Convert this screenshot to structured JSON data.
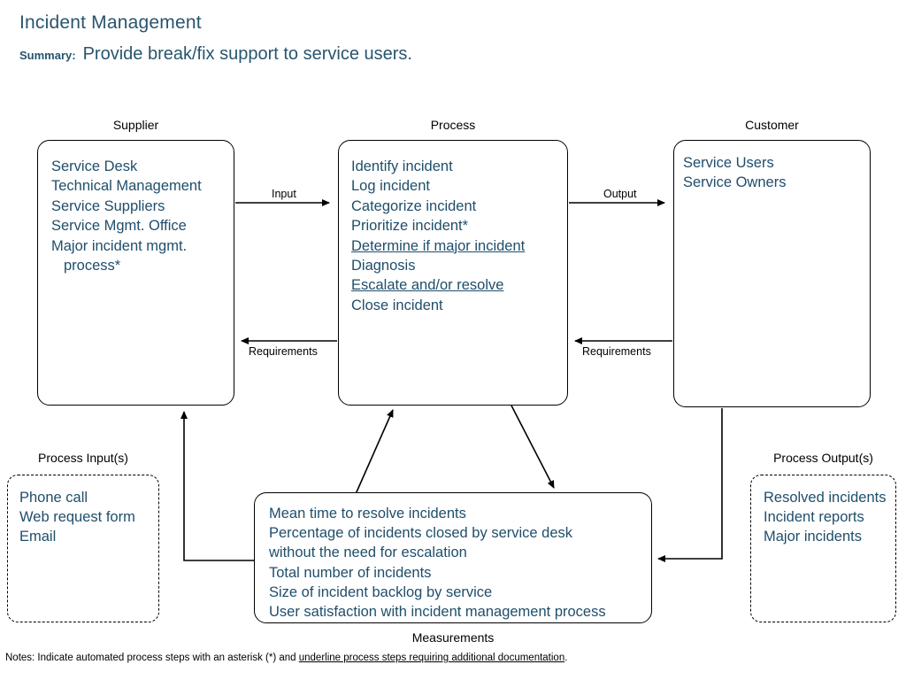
{
  "header": {
    "title": "Incident Management",
    "summary_label": "Summary:",
    "summary_text": "Provide break/fix support to service users."
  },
  "captions": {
    "supplier": "Supplier",
    "process": "Process",
    "customer": "Customer",
    "process_inputs": "Process Input(s)",
    "process_outputs": "Process Output(s)",
    "measurements": "Measurements"
  },
  "supplier": {
    "items": [
      {
        "text": "Service Desk",
        "underlined": false,
        "indented": false
      },
      {
        "text": "Technical Management",
        "underlined": false,
        "indented": false
      },
      {
        "text": "Service Suppliers",
        "underlined": false,
        "indented": false
      },
      {
        "text": "Service Mgmt. Office",
        "underlined": false,
        "indented": false
      },
      {
        "text": "Major incident mgmt.",
        "underlined": false,
        "indented": false
      },
      {
        "text": "process*",
        "underlined": false,
        "indented": true
      }
    ]
  },
  "process": {
    "items": [
      {
        "text": "Identify incident",
        "underlined": false,
        "indented": false
      },
      {
        "text": "Log incident",
        "underlined": false,
        "indented": false
      },
      {
        "text": "Categorize incident",
        "underlined": false,
        "indented": false
      },
      {
        "text": "Prioritize incident*",
        "underlined": false,
        "indented": false
      },
      {
        "text": "Determine if major incident",
        "underlined": true,
        "indented": false
      },
      {
        "text": "Diagnosis",
        "underlined": false,
        "indented": false
      },
      {
        "text": "Escalate and/or resolve",
        "underlined": true,
        "indented": false
      },
      {
        "text": "Close incident",
        "underlined": false,
        "indented": false
      }
    ]
  },
  "customer": {
    "items": [
      {
        "text": "Service Users",
        "underlined": false,
        "indented": false
      },
      {
        "text": "Service Owners",
        "underlined": false,
        "indented": false
      }
    ]
  },
  "process_inputs": {
    "items": [
      {
        "text": "Phone call",
        "underlined": false,
        "indented": false
      },
      {
        "text": "Web request form",
        "underlined": false,
        "indented": false
      },
      {
        "text": "Email",
        "underlined": false,
        "indented": false
      }
    ]
  },
  "process_outputs": {
    "items": [
      {
        "text": "Resolved incidents",
        "underlined": false,
        "indented": false
      },
      {
        "text": "Incident reports",
        "underlined": false,
        "indented": false
      },
      {
        "text": "Major incidents",
        "underlined": false,
        "indented": false
      }
    ]
  },
  "measurements": {
    "items": [
      {
        "text": "Mean time to resolve incidents",
        "underlined": false,
        "indented": false
      },
      {
        "text": "Percentage of incidents closed by service desk",
        "underlined": false,
        "indented": false
      },
      {
        "text": "without the need for escalation",
        "underlined": false,
        "indented": false
      },
      {
        "text": "Total number of incidents",
        "underlined": false,
        "indented": false
      },
      {
        "text": "Size of incident backlog by service",
        "underlined": false,
        "indented": false
      },
      {
        "text": "User satisfaction with incident management process",
        "underlined": false,
        "indented": false
      }
    ]
  },
  "edges": {
    "input": "Input",
    "output": "Output",
    "requirements_left": "Requirements",
    "requirements_right": "Requirements"
  },
  "footer": {
    "note_prefix": "Notes: Indicate automated process steps with an asterisk (*) and ",
    "note_underlined": "underline process steps requiring additional documentation",
    "note_suffix": "."
  },
  "colors": {
    "text_blue": "#1f4e6b",
    "title_blue": "#28556e",
    "line_black": "#000000",
    "background": "#ffffff"
  }
}
